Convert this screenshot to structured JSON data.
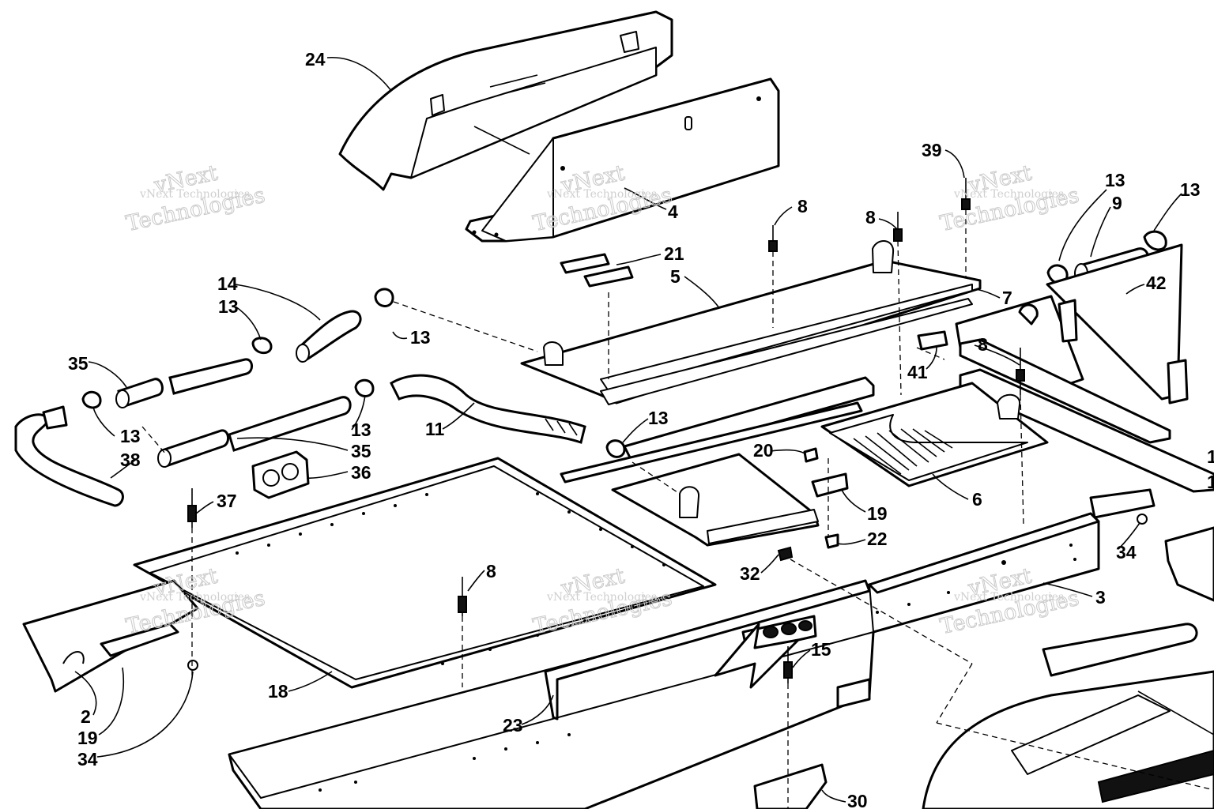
{
  "watermark": {
    "line1": "vNext",
    "line2": "Technologies",
    "small": "vNext Technologies"
  },
  "callouts": [
    {
      "id": "c24a",
      "label": "24"
    },
    {
      "id": "c4",
      "label": "4"
    },
    {
      "id": "c39",
      "label": "39"
    },
    {
      "id": "c13a",
      "label": "13"
    },
    {
      "id": "c13b",
      "label": "13"
    },
    {
      "id": "c9",
      "label": "9"
    },
    {
      "id": "c8a",
      "label": "8"
    },
    {
      "id": "c8b",
      "label": "8"
    },
    {
      "id": "c21",
      "label": "21"
    },
    {
      "id": "c5",
      "label": "5"
    },
    {
      "id": "c7",
      "label": "7"
    },
    {
      "id": "c42",
      "label": "42"
    },
    {
      "id": "c14",
      "label": "14"
    },
    {
      "id": "c13c",
      "label": "13"
    },
    {
      "id": "c13d",
      "label": "13"
    },
    {
      "id": "c8c",
      "label": "8"
    },
    {
      "id": "c41",
      "label": "41"
    },
    {
      "id": "c35a",
      "label": "35"
    },
    {
      "id": "c13e",
      "label": "13"
    },
    {
      "id": "c13f",
      "label": "13"
    },
    {
      "id": "c11",
      "label": "11"
    },
    {
      "id": "c13g",
      "label": "13"
    },
    {
      "id": "c38",
      "label": "38"
    },
    {
      "id": "c35b",
      "label": "35"
    },
    {
      "id": "c36",
      "label": "36"
    },
    {
      "id": "c20",
      "label": "20"
    },
    {
      "id": "c6",
      "label": "6"
    },
    {
      "id": "c19a",
      "label": "19"
    },
    {
      "id": "c37",
      "label": "37"
    },
    {
      "id": "c22",
      "label": "22"
    },
    {
      "id": "c34a",
      "label": "34"
    },
    {
      "id": "c32",
      "label": "32"
    },
    {
      "id": "c8d",
      "label": "8"
    },
    {
      "id": "c3",
      "label": "3"
    },
    {
      "id": "c15",
      "label": "15"
    },
    {
      "id": "c18",
      "label": "18"
    },
    {
      "id": "c2",
      "label": "2"
    },
    {
      "id": "c19b",
      "label": "19"
    },
    {
      "id": "c34b",
      "label": "34"
    },
    {
      "id": "c23",
      "label": "23"
    },
    {
      "id": "c30",
      "label": "30"
    },
    {
      "id": "c1a",
      "label": "1"
    },
    {
      "id": "c1b",
      "label": "1"
    }
  ]
}
